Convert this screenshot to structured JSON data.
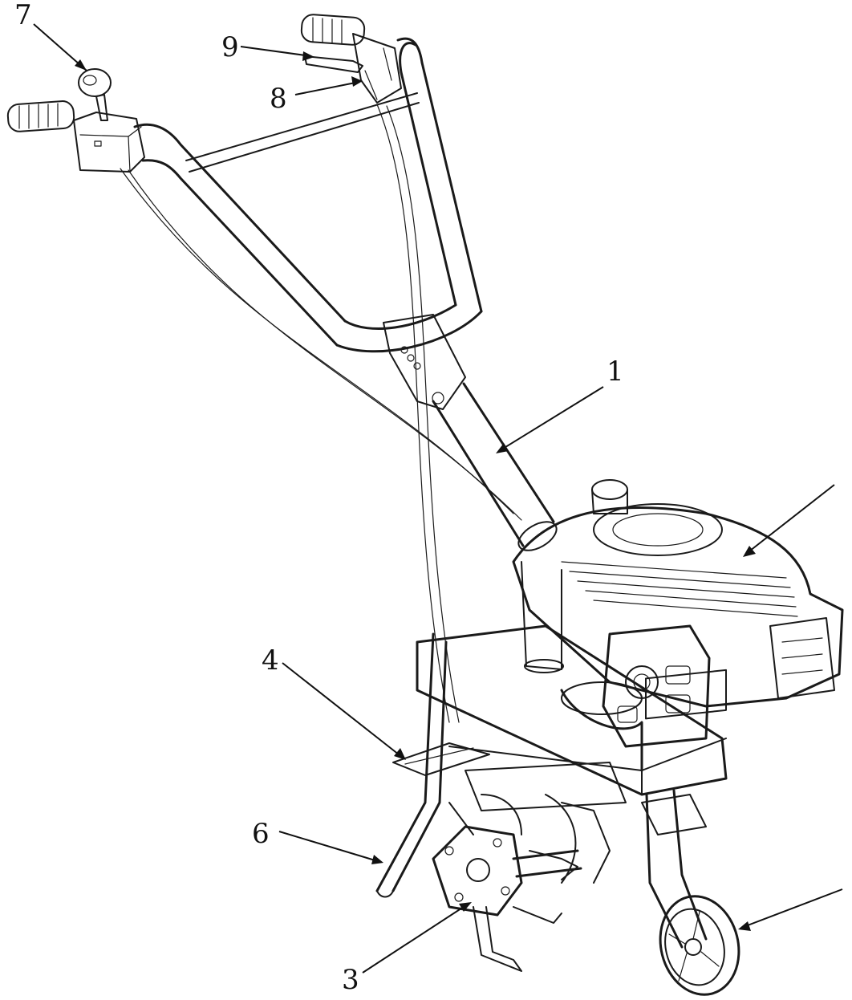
{
  "labels": [
    {
      "id": "1",
      "text": "1"
    },
    {
      "id": "3",
      "text": "3"
    },
    {
      "id": "4",
      "text": "4"
    },
    {
      "id": "6",
      "text": "6"
    },
    {
      "id": "7",
      "text": "7"
    },
    {
      "id": "8",
      "text": "8"
    },
    {
      "id": "9",
      "text": "9"
    }
  ],
  "colors": {
    "ink": "#1a1a1a",
    "background": "#ffffff"
  }
}
